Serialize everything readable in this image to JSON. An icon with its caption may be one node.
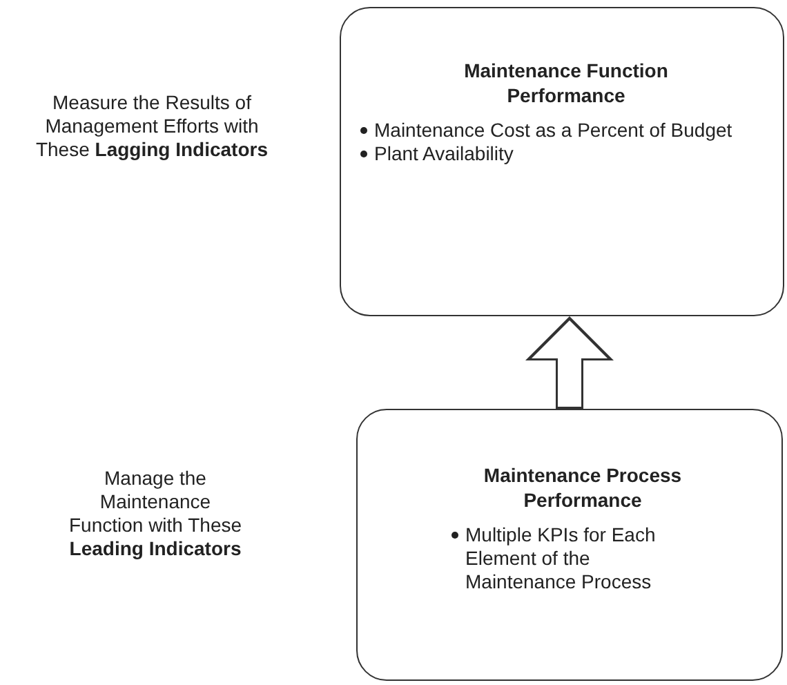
{
  "diagram": {
    "nodes": [
      {
        "text": [
          "Maintenance Function Performance",
          "Maintenance Cost as a Percent of  Budget",
          "Plant Availability"
        ]
      },
      {
        "text": [
          "Maintenance Process Performance",
          "Multiple KPIs for Each Element of the Maintenance  Process"
        ]
      }
    ],
    "edges": [
      {
        "from": 1,
        "to": 0,
        "arrow": "to"
      }
    ],
    "labels": [
      "Measure the Results of Management Efforts with These **Lagging Indicators**",
      "Manage the Maintenance Function with These **Leading Indicators**"
    ]
  }
}
